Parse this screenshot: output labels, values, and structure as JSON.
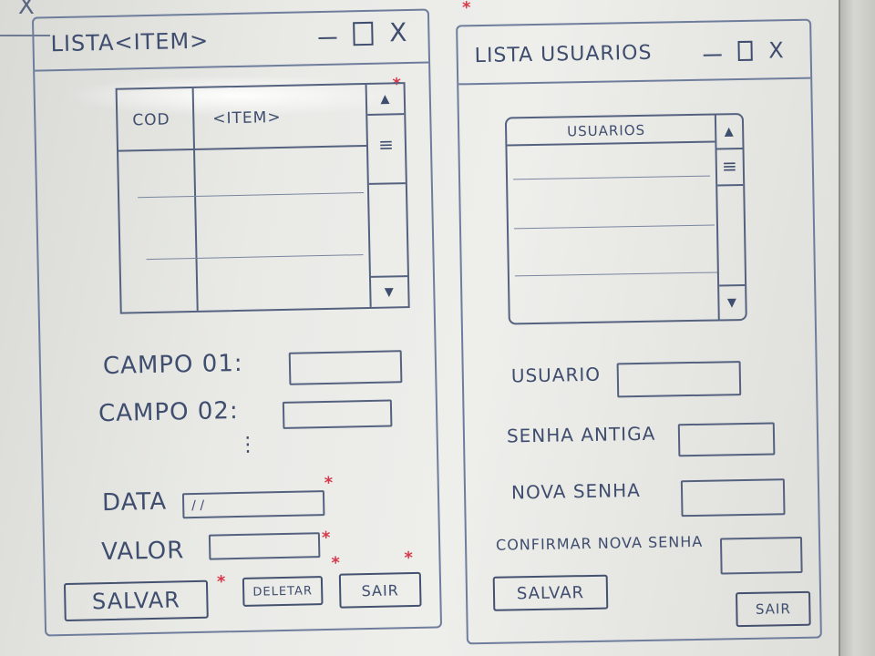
{
  "window1": {
    "title": "LISTA<ITEM>",
    "minimize": "_",
    "maximize": "",
    "close": "X",
    "table": {
      "columns": [
        "COD",
        "<ITEM>"
      ],
      "scroll_up": "▲",
      "scroll_thumb": "≡",
      "scroll_down": "▼"
    },
    "fields": {
      "campo1_label": "CAMPO 01:",
      "campo2_label": "CAMPO 02:",
      "ellipsis": "⋮",
      "data_label": "DATA",
      "data_value": "/ /",
      "valor_label": "VALOR"
    },
    "buttons": {
      "salvar": "SALVAR",
      "deletar": "DELETAR",
      "sair": "SAIR"
    }
  },
  "window2": {
    "title": "LISTA USUARIOS",
    "minimize": "_",
    "close": "X",
    "table": {
      "column": "USUARIOS",
      "scroll_up": "▲",
      "scroll_thumb": "≡",
      "scroll_down": "▼"
    },
    "fields": {
      "usuario_label": "USUARIO",
      "senha_antiga_label": "SENHA ANTIGA",
      "nova_senha_label": "NOVA SENHA",
      "confirmar_label": "CONFIRMAR NOVA SENHA"
    },
    "buttons": {
      "salvar": "SALVAR",
      "sair": "SAIR"
    }
  },
  "annotations": {
    "star": "*"
  },
  "colors": {
    "marker_blue": "#3f4d6e",
    "marker_red": "#d6384a",
    "board": "#eeeeeb"
  }
}
